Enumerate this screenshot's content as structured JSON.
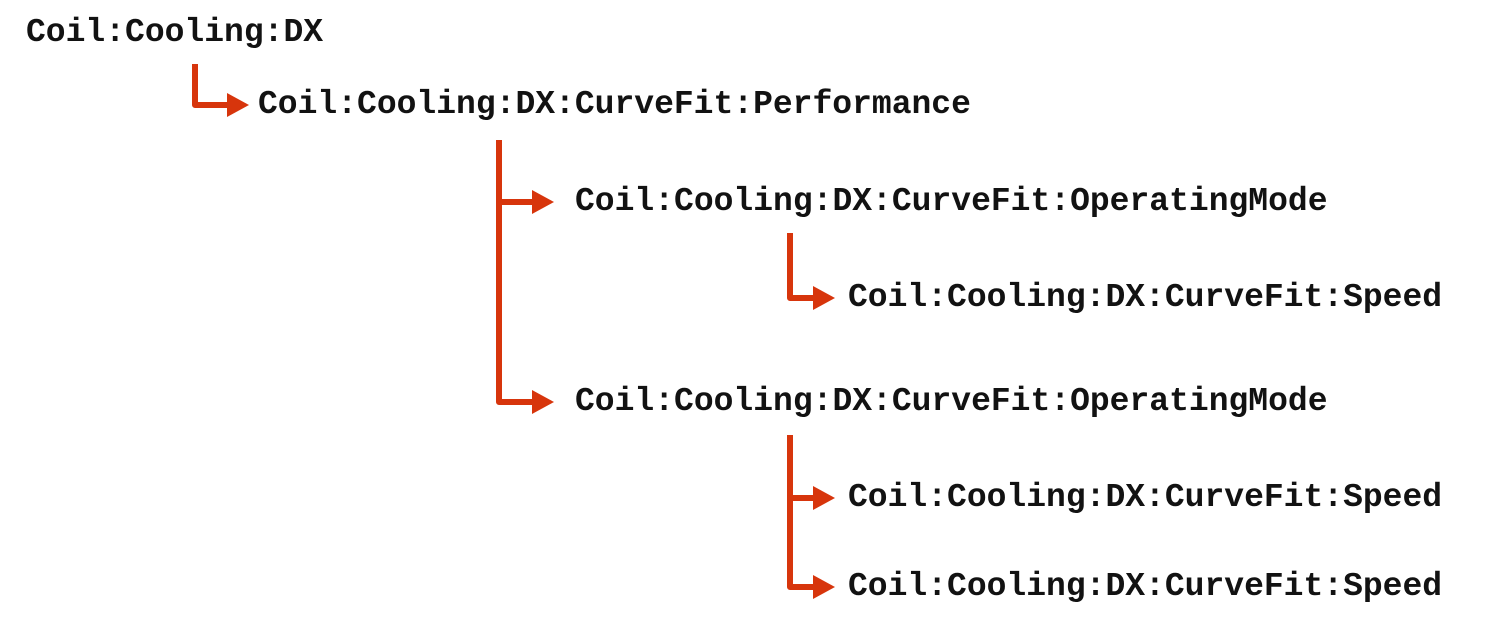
{
  "diagram": {
    "accent_color": "#D7350C",
    "text_color": "#121212",
    "background_color": "#FFFFFF",
    "nodes": [
      {
        "id": "root",
        "label": "Coil:Cooling:DX",
        "depth": 0,
        "parent": null
      },
      {
        "id": "performance",
        "label": "Coil:Cooling:DX:CurveFit:Performance",
        "depth": 1,
        "parent": "root"
      },
      {
        "id": "operating-mode-1",
        "label": "Coil:Cooling:DX:CurveFit:OperatingMode",
        "depth": 2,
        "parent": "performance"
      },
      {
        "id": "speed-1",
        "label": "Coil:Cooling:DX:CurveFit:Speed",
        "depth": 3,
        "parent": "operating-mode-1"
      },
      {
        "id": "operating-mode-2",
        "label": "Coil:Cooling:DX:CurveFit:OperatingMode",
        "depth": 2,
        "parent": "performance"
      },
      {
        "id": "speed-2",
        "label": "Coil:Cooling:DX:CurveFit:Speed",
        "depth": 3,
        "parent": "operating-mode-2"
      },
      {
        "id": "speed-3",
        "label": "Coil:Cooling:DX:CurveFit:Speed",
        "depth": 3,
        "parent": "operating-mode-2"
      }
    ]
  }
}
